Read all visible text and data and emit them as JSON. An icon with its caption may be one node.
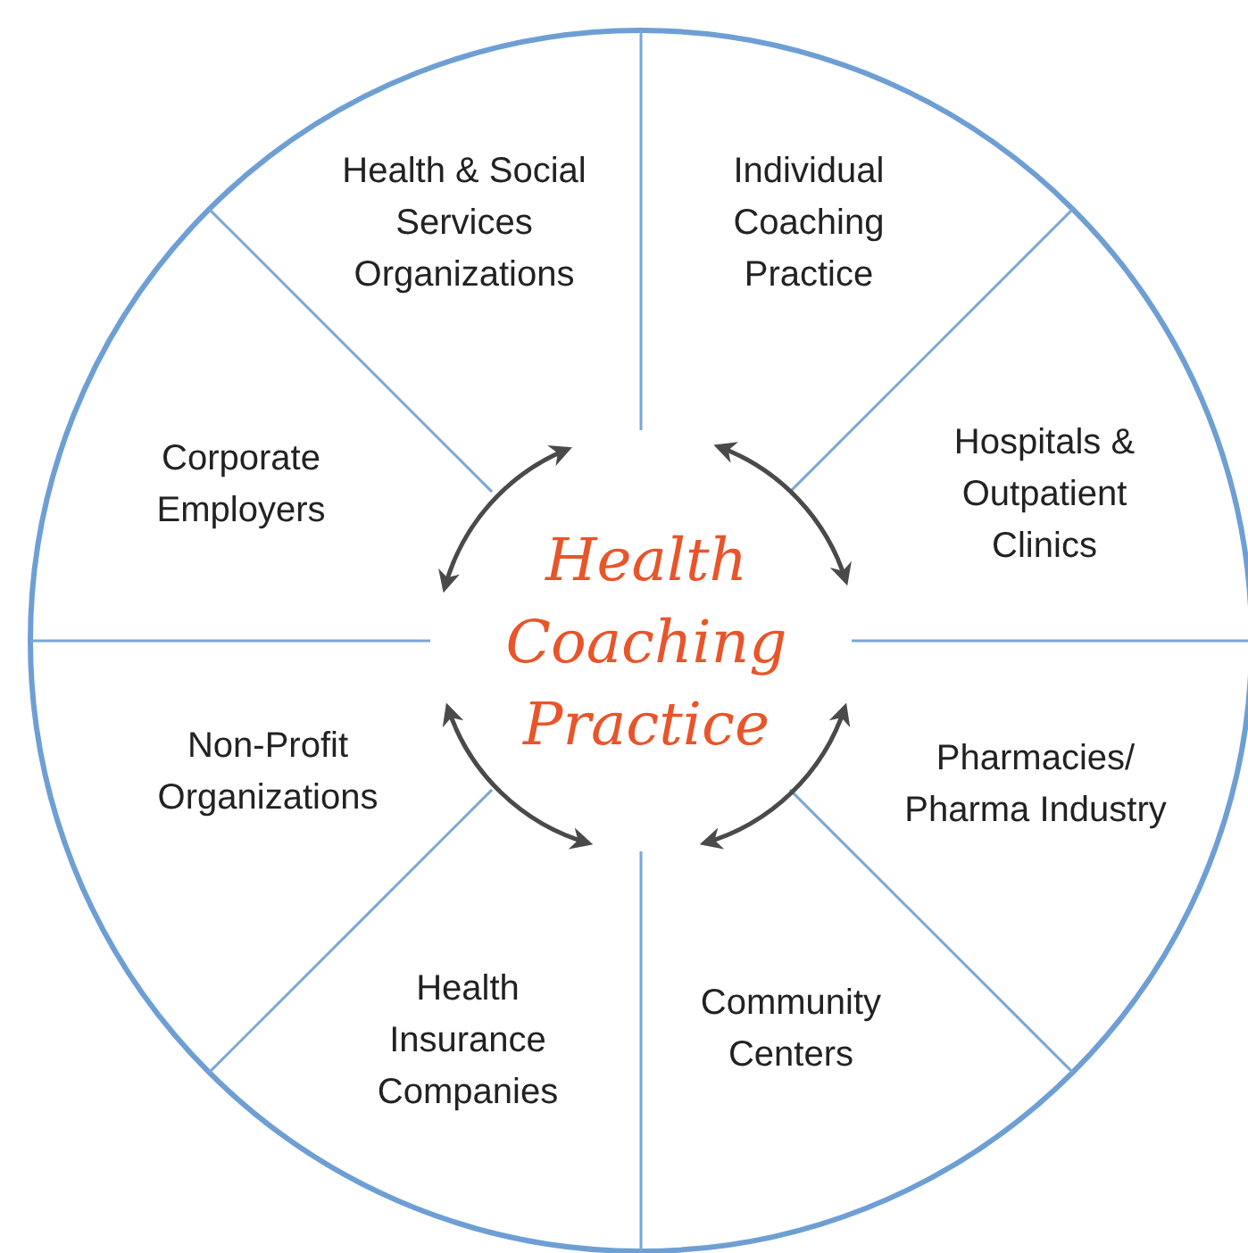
{
  "diagram": {
    "nodes": [
      {
        "text": [
          "Health Coaching Practice"
        ]
      },
      {
        "text": [
          "Health & Social Services Organizations"
        ]
      },
      {
        "text": [
          "Individual Coaching Practice"
        ]
      },
      {
        "text": [
          "Hospitals & Outpatient Clinics"
        ]
      },
      {
        "text": [
          "Pharmacies/ Pharma Industry"
        ]
      },
      {
        "text": [
          "Community Centers"
        ]
      },
      {
        "text": [
          "Health Insurance Companies"
        ]
      },
      {
        "text": [
          "Non-Profit Organizations"
        ]
      },
      {
        "text": [
          "Corporate Employers"
        ]
      }
    ]
  }
}
